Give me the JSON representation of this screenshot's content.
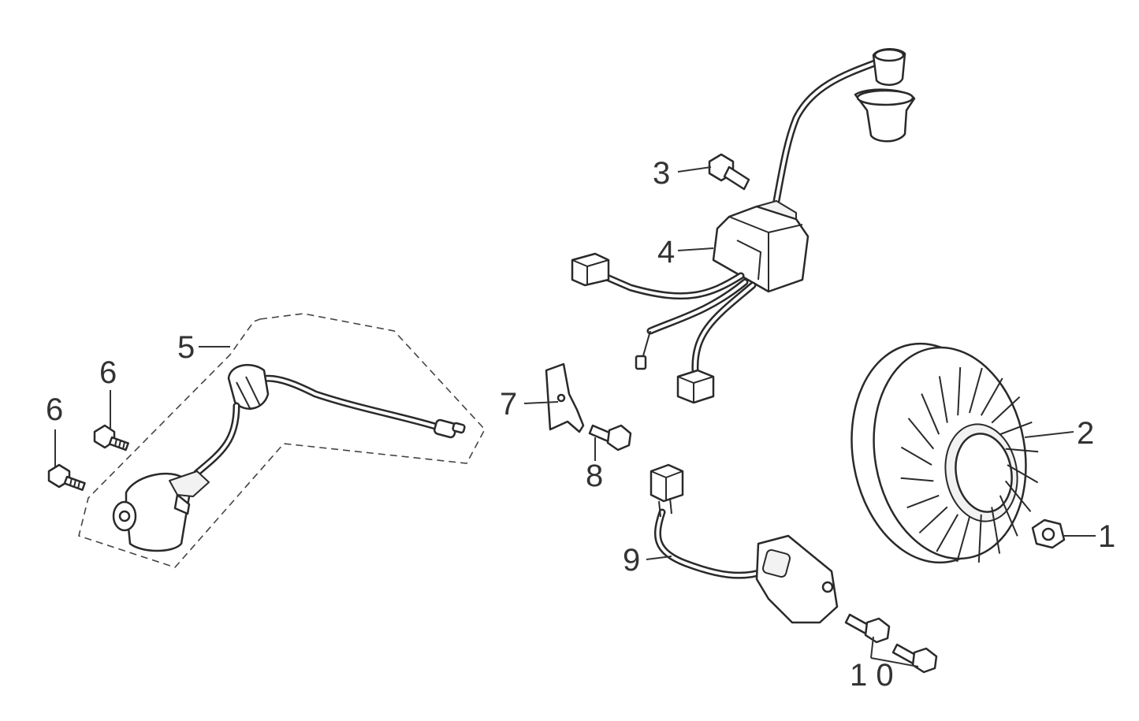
{
  "diagram": {
    "callouts": [
      {
        "id": "1",
        "label": "1"
      },
      {
        "id": "2",
        "label": "2"
      },
      {
        "id": "3",
        "label": "3"
      },
      {
        "id": "4",
        "label": "4"
      },
      {
        "id": "5",
        "label": "5"
      },
      {
        "id": "6a",
        "label": "6"
      },
      {
        "id": "6b",
        "label": "6"
      },
      {
        "id": "7",
        "label": "7"
      },
      {
        "id": "8",
        "label": "8"
      },
      {
        "id": "9",
        "label": "9"
      },
      {
        "id": "10",
        "label": "1 0"
      }
    ]
  }
}
